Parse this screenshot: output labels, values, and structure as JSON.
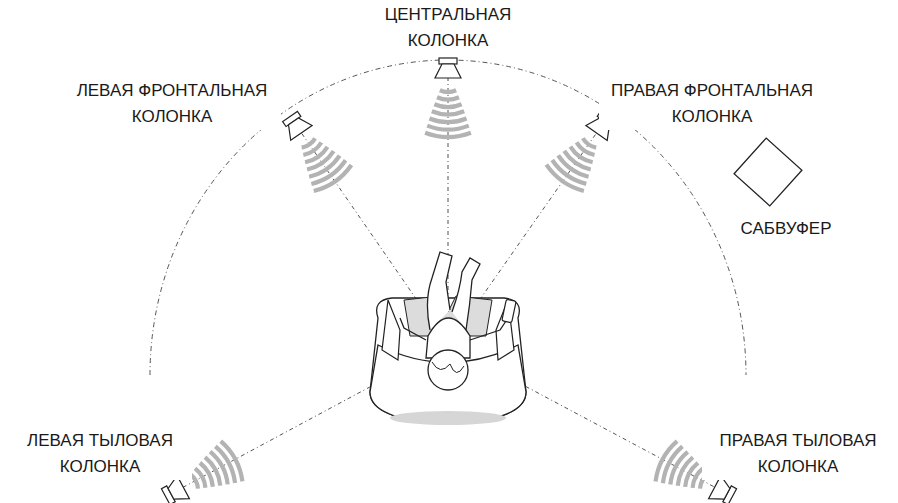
{
  "diagram": {
    "labels": [
      "ЦЕНТРАЛЬНАЯ КОЛОНКА",
      "ЛЕВАЯ ФРОНТАЛЬНАЯ КОЛОНКА",
      "ПРАВАЯ ФРОНТАЛЬНАЯ КОЛОНКА",
      "САБВУФЕР",
      "ЛЕВАЯ ТЫЛОВАЯ КОЛОНКА",
      "ПРАВАЯ ТЫЛОВАЯ КОЛОНКА"
    ]
  }
}
